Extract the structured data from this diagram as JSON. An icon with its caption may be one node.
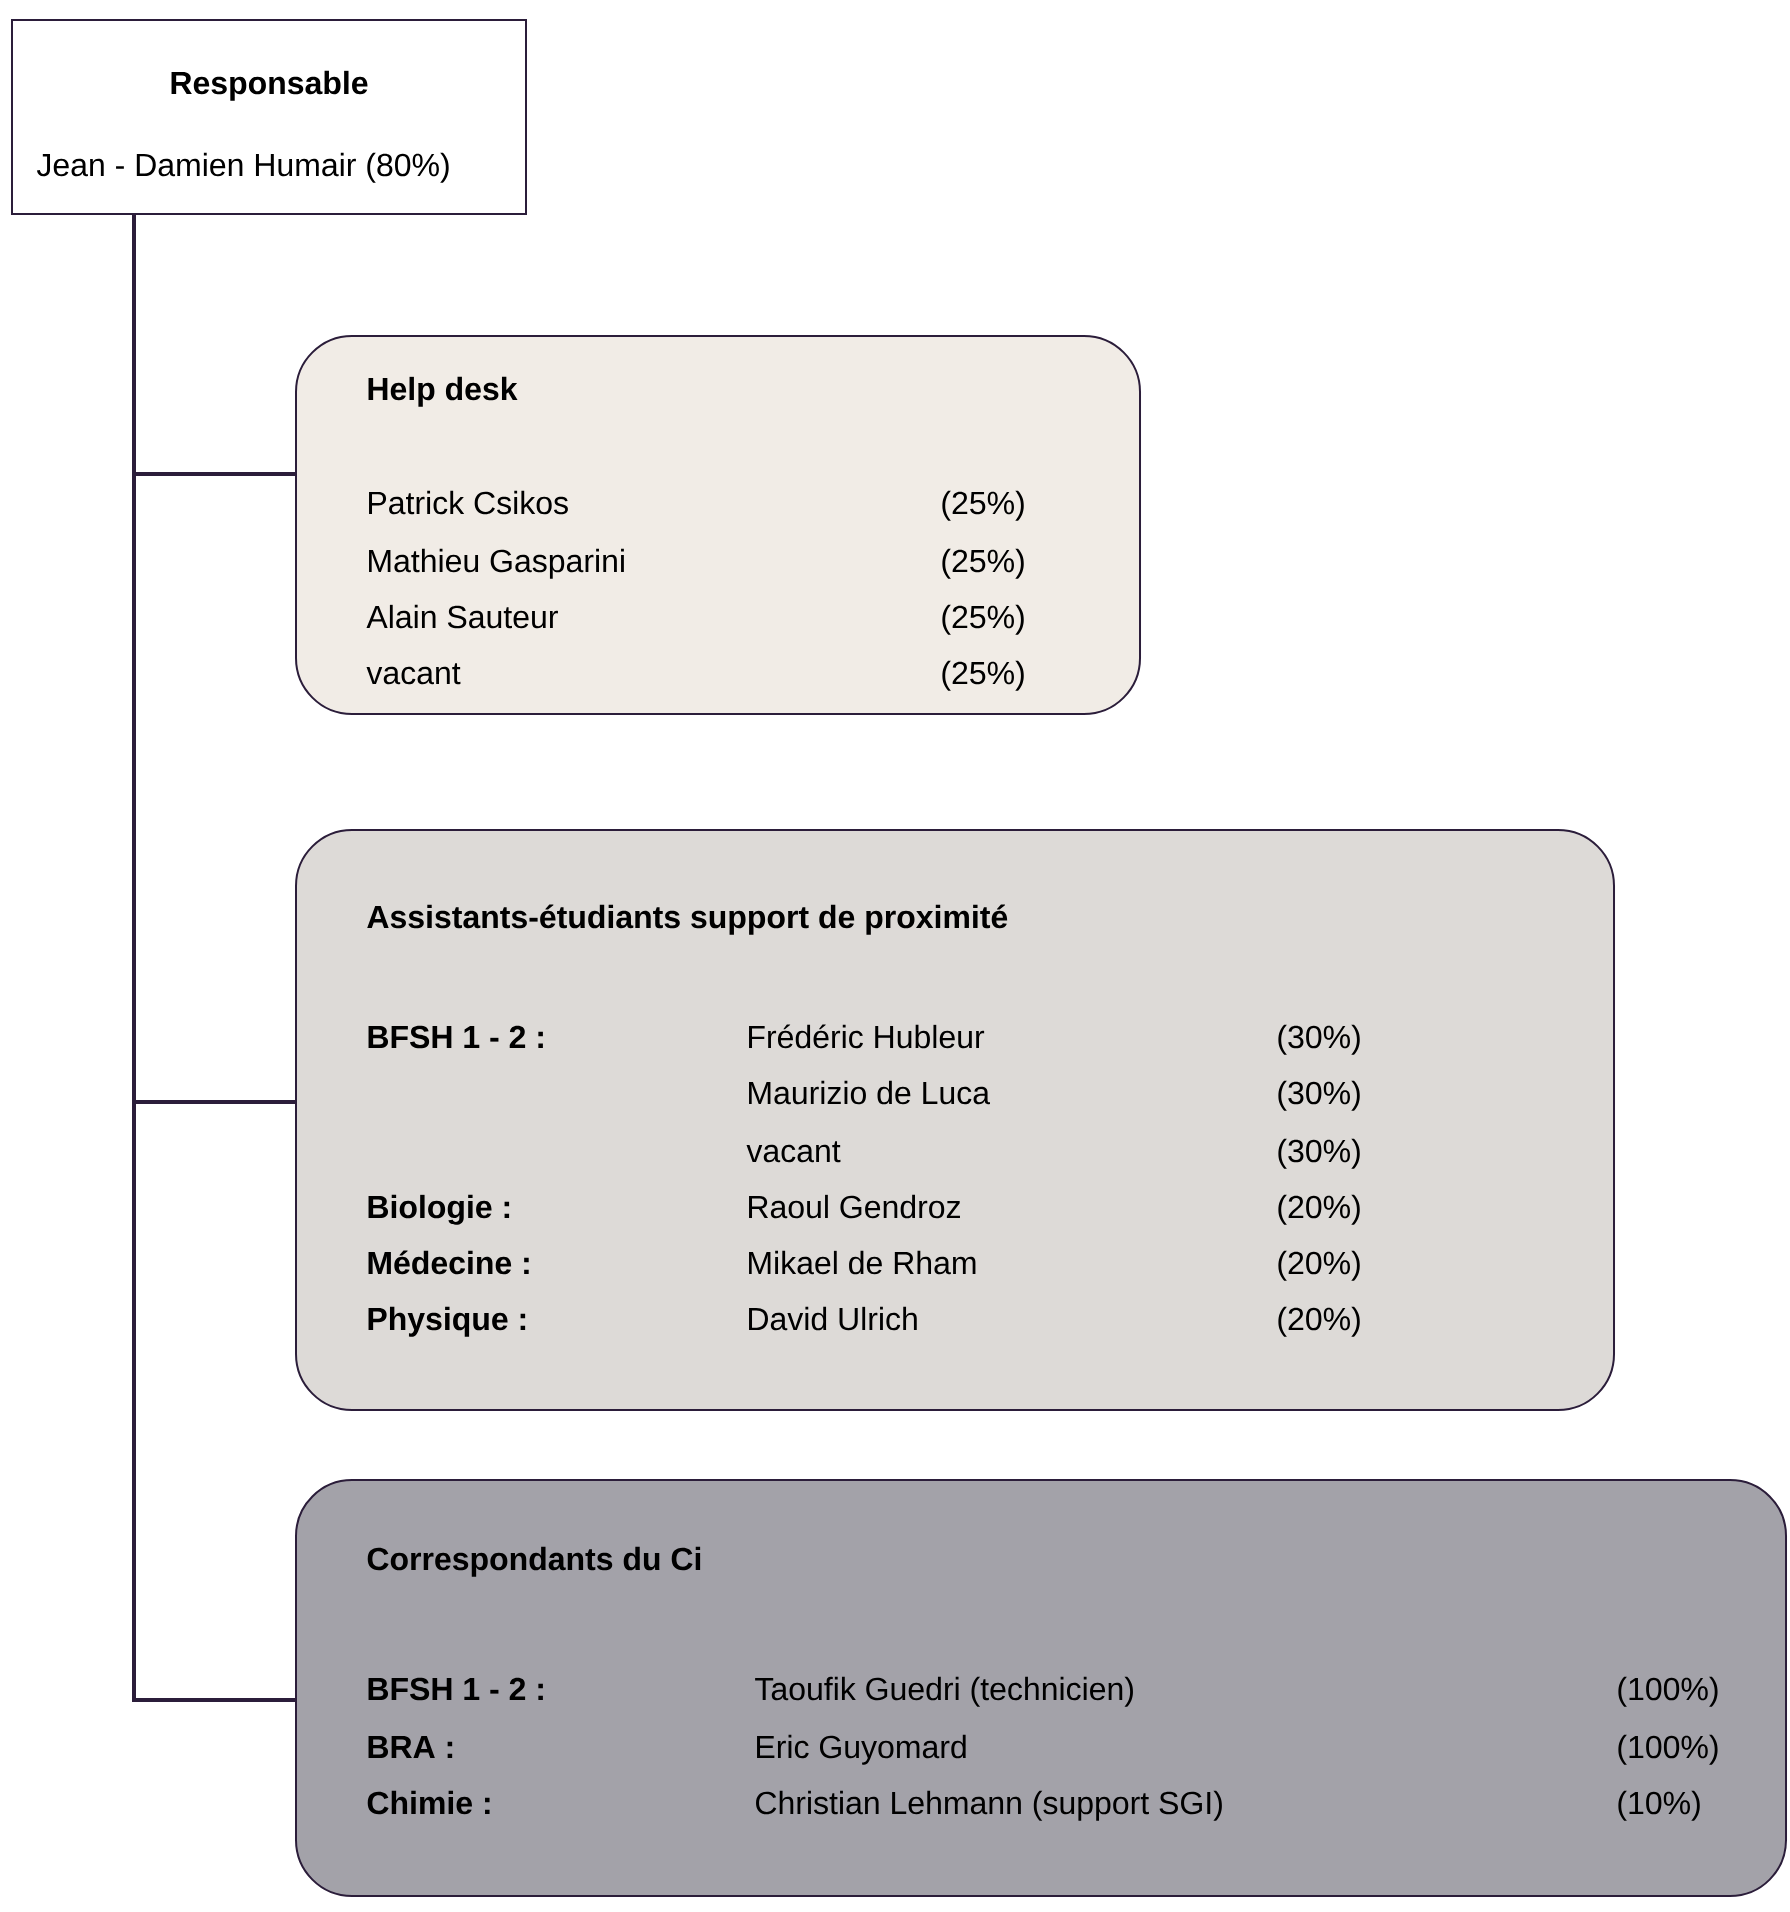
{
  "diagram": {
    "nodes": [
      {
        "text": [
          "Responsable",
          "Jean - Damien Humair (80%)"
        ]
      },
      {
        "text": [
          "Help desk",
          "Patrick Csikos",
          "(25%)",
          "Mathieu Gasparini",
          "(25%)",
          "Alain Sauteur",
          "(25%)",
          "vacant",
          "(25%)"
        ]
      },
      {
        "text": [
          "Assistants-étudiants support de proximité",
          "BFSH 1 - 2 :",
          "Frédéric Hubleur",
          "(30%)",
          "Maurizio de Luca",
          "(30%)",
          "vacant",
          "(30%)",
          "Biologie :",
          "Raoul Gendroz",
          "(20%)",
          "Médecine :",
          "Mikael de Rham",
          "(20%)",
          "Physique :",
          "David Ulrich",
          "(20%)"
        ]
      },
      {
        "text": [
          "Correspondants du Ci",
          "BFSH 1 - 2 :",
          "Taoufik Guedri (technicien)",
          "(100%)",
          "BRA :",
          "Eric Guyomard",
          "(100%)",
          "Chimie :",
          "Christian Lehmann (support SGI)",
          "(10%)"
        ]
      }
    ],
    "edges": [
      {
        "from": 0,
        "to": 1,
        "arrow": "none"
      },
      {
        "from": 0,
        "to": 2,
        "arrow": "none"
      },
      {
        "from": 0,
        "to": 3,
        "arrow": "none"
      }
    ]
  }
}
